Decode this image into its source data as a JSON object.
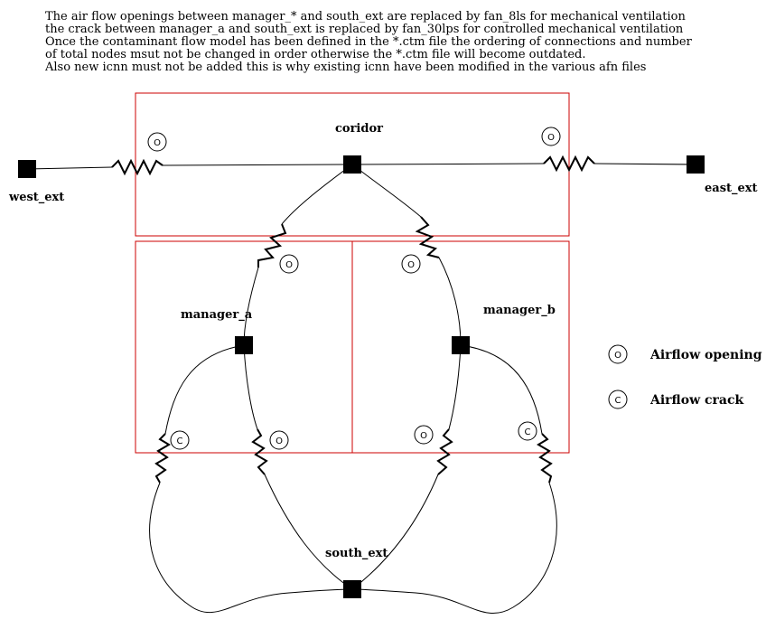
{
  "notes": [
    "The air flow openings between manager_* and south_ext are replaced by fan_8ls for mechanical ventilation",
    "the crack between manager_a and south_ext is replaced by fan_30lps for controlled mechanical ventilation",
    "Once the contaminant flow model has been defined in the *.ctm file the ordering of connections and number",
    "of total nodes msut not be changed in order otherwise the *.ctm file will become outdated.",
    "Also new icnn must not be added this is why existing icnn have been modified in the various afn files"
  ],
  "nodes": {
    "west_ext": "west_ext",
    "east_ext": "east_ext",
    "coridor": "coridor",
    "manager_a": "manager_a",
    "manager_b": "manager_b",
    "south_ext": "south_ext"
  },
  "markers": {
    "opening": "O",
    "crack": "C"
  },
  "legend": {
    "opening": "Airflow opening",
    "crack": "Airflow crack"
  },
  "colors": {
    "zone_outline": "#cc0000",
    "line": "#000000"
  }
}
